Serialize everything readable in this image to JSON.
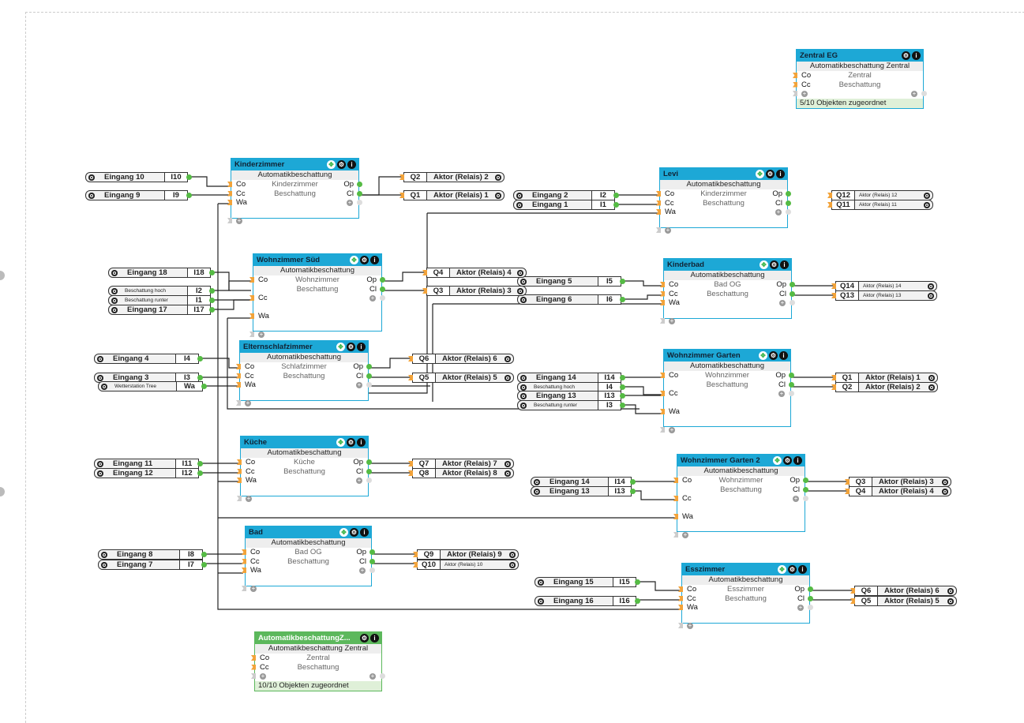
{
  "blocks": [
    {
      "id": "kinderzimmer",
      "title": "Kinderzimmer",
      "type": "Automatikbeschattung",
      "line1": "Kinderzimmer",
      "line2": "Beschattung",
      "inputs": [
        "Co",
        "Cc",
        "Wa"
      ],
      "outputs": [
        "Op",
        "Cl"
      ]
    },
    {
      "id": "levi",
      "title": "Levi",
      "type": "Automatikbeschattung",
      "line1": "Kinderzimmer",
      "line2": "Beschattung",
      "inputs": [
        "Co",
        "Cc",
        "Wa"
      ],
      "outputs": [
        "Op",
        "Cl"
      ]
    },
    {
      "id": "wohnzimmer-sued",
      "title": "Wohnzimmer Süd",
      "type": "Automatikbeschattung",
      "line1": "Wohnzimmer",
      "line2": "Beschattung",
      "inputs": [
        "Co",
        "Cc",
        "Wa"
      ],
      "outputs": [
        "Op",
        "Cl"
      ]
    },
    {
      "id": "kinderbad",
      "title": "Kinderbad",
      "type": "Automatikbeschattung",
      "line1": "Bad OG",
      "line2": "Beschattung",
      "inputs": [
        "Co",
        "Cc",
        "Wa"
      ],
      "outputs": [
        "Op",
        "Cl"
      ]
    },
    {
      "id": "elternschlafzimmer",
      "title": "Elternschlafzimmer",
      "type": "Automatikbeschattung",
      "line1": "Schlafzimmer",
      "line2": "Beschattung",
      "inputs": [
        "Co",
        "Cc",
        "Wa"
      ],
      "outputs": [
        "Op",
        "Cl"
      ]
    },
    {
      "id": "wohnzimmer-garten",
      "title": "Wohnzimmer Garten",
      "type": "Automatikbeschattung",
      "line1": "Wohnzimmer",
      "line2": "Beschattung",
      "inputs": [
        "Co",
        "Cc",
        "Wa"
      ],
      "outputs": [
        "Op",
        "Cl"
      ]
    },
    {
      "id": "kueche",
      "title": "Küche",
      "type": "Automatikbeschattung",
      "line1": "Küche",
      "line2": "Beschattung",
      "inputs": [
        "Co",
        "Cc",
        "Wa"
      ],
      "outputs": [
        "Op",
        "Cl"
      ]
    },
    {
      "id": "wohnzimmer-garten-2",
      "title": "Wohnzimmer Garten 2",
      "type": "Automatikbeschattung",
      "line1": "Wohnzimmer",
      "line2": "Beschattung",
      "inputs": [
        "Co",
        "Cc",
        "Wa"
      ],
      "outputs": [
        "Op",
        "Cl"
      ]
    },
    {
      "id": "bad",
      "title": "Bad",
      "type": "Automatikbeschattung",
      "line1": "Bad OG",
      "line2": "Beschattung",
      "inputs": [
        "Co",
        "Cc",
        "Wa"
      ],
      "outputs": [
        "Op",
        "Cl"
      ]
    },
    {
      "id": "esszimmer",
      "title": "Esszimmer",
      "type": "Automatikbeschattung",
      "line1": "Esszimmer",
      "line2": "Beschattung",
      "inputs": [
        "Co",
        "Cc",
        "Wa"
      ],
      "outputs": [
        "Op",
        "Cl"
      ]
    }
  ],
  "central_blocks": [
    {
      "id": "zentral-eg",
      "title": "Zentral EG",
      "type": "Automatikbeschattung Zentral",
      "line1": "Zentral",
      "line2": "Beschattung",
      "inputs": [
        "Co",
        "Cc"
      ],
      "footer": "5/10 Objekten zugeordnet"
    },
    {
      "id": "automatik-zentral",
      "title": "AutomatikbeschattungZ...",
      "type": "Automatikbeschattung Zentral",
      "line1": "Zentral",
      "line2": "Beschattung",
      "inputs": [
        "Co",
        "Cc"
      ],
      "footer": "10/10 Objekten zugeordnet"
    }
  ],
  "inputs": [
    {
      "name": "Eingang 10",
      "tag": "I10"
    },
    {
      "name": "Eingang 9",
      "tag": "I9"
    },
    {
      "name": "Eingang 2",
      "tag": "I2"
    },
    {
      "name": "Eingang 1",
      "tag": "I1"
    },
    {
      "name": "Eingang 18",
      "tag": "I18"
    },
    {
      "name": "Beschattung hoch",
      "tag": "I2"
    },
    {
      "name": "Beschattung runter",
      "tag": "I1"
    },
    {
      "name": "Eingang 17",
      "tag": "I17"
    },
    {
      "name": "Eingang 5",
      "tag": "I5"
    },
    {
      "name": "Eingang 6",
      "tag": "I6"
    },
    {
      "name": "Eingang 4",
      "tag": "I4"
    },
    {
      "name": "Eingang 3",
      "tag": "I3"
    },
    {
      "name": "Wetterstation Tree",
      "tag": "Wa"
    },
    {
      "name": "Eingang 14",
      "tag": "I14"
    },
    {
      "name": "Beschattung hoch",
      "tag": "I4"
    },
    {
      "name": "Eingang 13",
      "tag": "I13"
    },
    {
      "name": "Beschattung runter",
      "tag": "I3"
    },
    {
      "name": "Eingang 11",
      "tag": "I11"
    },
    {
      "name": "Eingang 12",
      "tag": "I12"
    },
    {
      "name": "Eingang 14",
      "tag": "I14"
    },
    {
      "name": "Eingang 13",
      "tag": "I13"
    },
    {
      "name": "Eingang 8",
      "tag": "I8"
    },
    {
      "name": "Eingang 7",
      "tag": "I7"
    },
    {
      "name": "Eingang 15",
      "tag": "I15"
    },
    {
      "name": "Eingang 16",
      "tag": "I16"
    }
  ],
  "outputs": [
    {
      "tag": "Q2",
      "name": "Aktor (Relais) 2"
    },
    {
      "tag": "Q1",
      "name": "Aktor (Relais) 1"
    },
    {
      "tag": "Q12",
      "name": "Aktor (Relais) 12"
    },
    {
      "tag": "Q11",
      "name": "Aktor (Relais) 11"
    },
    {
      "tag": "Q4",
      "name": "Aktor (Relais) 4"
    },
    {
      "tag": "Q3",
      "name": "Aktor (Relais) 3"
    },
    {
      "tag": "Q14",
      "name": "Aktor (Relais) 14"
    },
    {
      "tag": "Q13",
      "name": "Aktor (Relais) 13"
    },
    {
      "tag": "Q6",
      "name": "Aktor (Relais) 6"
    },
    {
      "tag": "Q5",
      "name": "Aktor (Relais) 5"
    },
    {
      "tag": "Q1",
      "name": "Aktor (Relais) 1"
    },
    {
      "tag": "Q2",
      "name": "Aktor (Relais) 2"
    },
    {
      "tag": "Q7",
      "name": "Aktor (Relais) 7"
    },
    {
      "tag": "Q8",
      "name": "Aktor (Relais) 8"
    },
    {
      "tag": "Q3",
      "name": "Aktor (Relais) 3"
    },
    {
      "tag": "Q4",
      "name": "Aktor (Relais) 4"
    },
    {
      "tag": "Q9",
      "name": "Aktor (Relais) 9"
    },
    {
      "tag": "Q10",
      "name": "Aktor (Relais) 10"
    },
    {
      "tag": "Q6",
      "name": "Aktor (Relais) 6"
    },
    {
      "tag": "Q5",
      "name": "Aktor (Relais) 5"
    }
  ],
  "icons": {
    "move": "✥",
    "settings": "⚙",
    "info": "i",
    "add": "+"
  }
}
